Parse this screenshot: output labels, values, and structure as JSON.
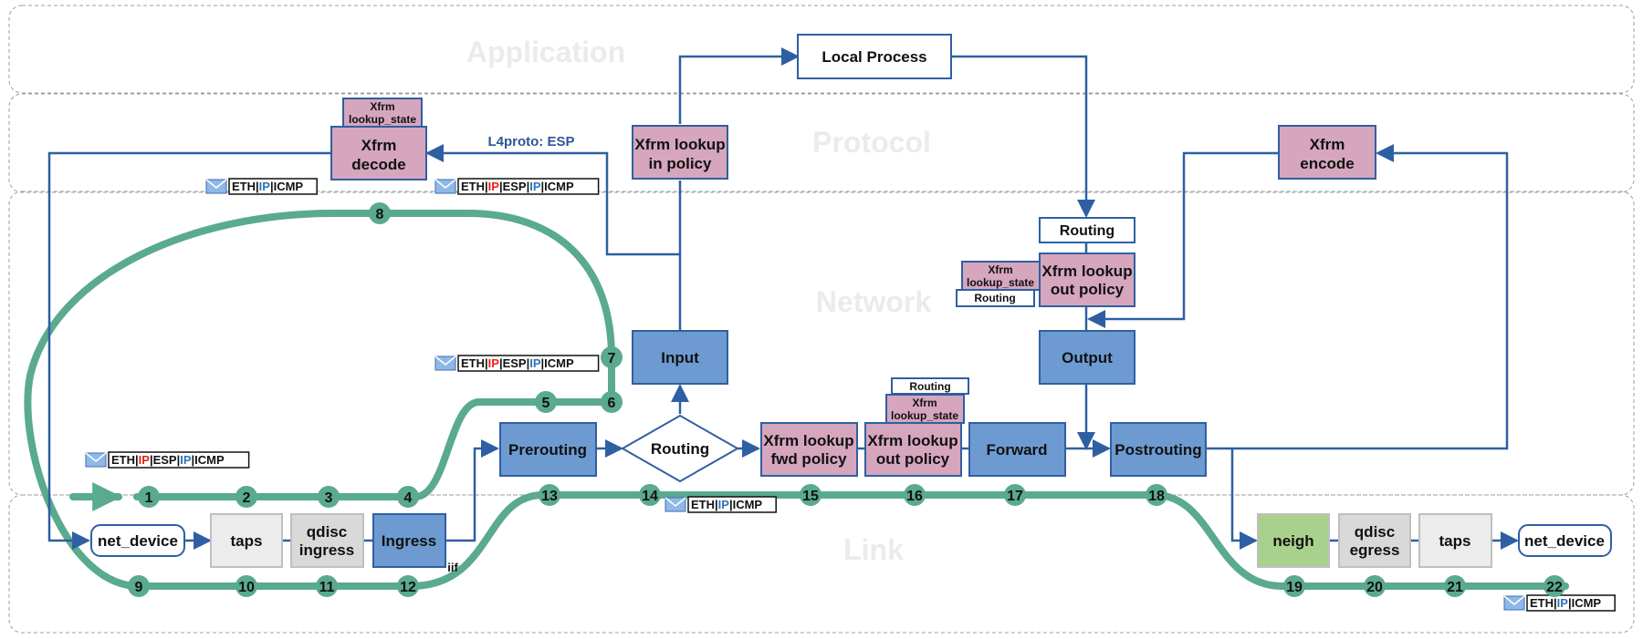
{
  "colors": {
    "network_box": "#6d9bd1",
    "xfrm_box": "#d5a6bd",
    "link_box": "#ececec",
    "qdisc_box": "#d9d9d9",
    "neigh_box": "#a9d18e",
    "white_box": "#ffffff",
    "stroke": "#2f5fa3",
    "path": "#5aaa8e",
    "ip_red": "#e8231b",
    "ip_blue": "#2e75b6"
  },
  "layers": {
    "application": "Application",
    "protocol": "Protocol",
    "network": "Network",
    "link": "Link"
  },
  "nodes": {
    "local_process": "Local Process",
    "xfrm_lookup_in_policy": [
      "Xfrm lookup",
      "in policy"
    ],
    "xfrm_decode": [
      "Xfrm",
      "decode"
    ],
    "xfrm_decode_state": [
      "Xfrm",
      "lookup_state"
    ],
    "xfrm_encode": [
      "Xfrm",
      "encode"
    ],
    "routing_out": "Routing",
    "xfrm_lookup_out_policy_top": [
      "Xfrm lookup",
      "out policy"
    ],
    "side_xfrm_state": [
      "Xfrm",
      "lookup_state"
    ],
    "side_routing": "Routing",
    "input": "Input",
    "output": "Output",
    "prerouting": "Prerouting",
    "routing_decision": "Routing",
    "xfrm_lookup_fwd_policy": [
      "Xfrm lookup",
      "fwd policy"
    ],
    "xfrm_lookup_out_policy_fwd": [
      "Xfrm lookup",
      "out policy"
    ],
    "fwd_routing": "Routing",
    "fwd_xfrm_state": [
      "Xfrm",
      "lookup_state"
    ],
    "forward": "Forward",
    "postrouting": "Postrouting",
    "net_device_in": "net_device",
    "taps_in": "taps",
    "qdisc_ingress": [
      "qdisc",
      "ingress"
    ],
    "ingress": "Ingress",
    "neigh": "neigh",
    "qdisc_egress": [
      "qdisc",
      "egress"
    ],
    "taps_out": "taps",
    "net_device_out": "net_device"
  },
  "labels": {
    "l4proto": "L4proto: ESP",
    "iif": "iif"
  },
  "packets": {
    "plain": [
      {
        "text": "ETH",
        "color": "#111111"
      },
      {
        "text": "|",
        "color": "#111111"
      },
      {
        "text": "IP",
        "color": "#2e75b6"
      },
      {
        "text": "|",
        "color": "#111111"
      },
      {
        "text": "ICMP",
        "color": "#111111"
      }
    ],
    "esp": [
      {
        "text": "ETH",
        "color": "#111111"
      },
      {
        "text": "|",
        "color": "#111111"
      },
      {
        "text": "IP",
        "color": "#e8231b"
      },
      {
        "text": "|",
        "color": "#111111"
      },
      {
        "text": "ESP",
        "color": "#111111"
      },
      {
        "text": "|",
        "color": "#111111"
      },
      {
        "text": "IP",
        "color": "#2e75b6"
      },
      {
        "text": "|",
        "color": "#111111"
      },
      {
        "text": "ICMP",
        "color": "#111111"
      }
    ]
  },
  "steps": [
    "1",
    "2",
    "3",
    "4",
    "5",
    "6",
    "7",
    "8",
    "9",
    "10",
    "11",
    "12",
    "13",
    "14",
    "15",
    "16",
    "17",
    "18",
    "19",
    "20",
    "21",
    "22"
  ]
}
